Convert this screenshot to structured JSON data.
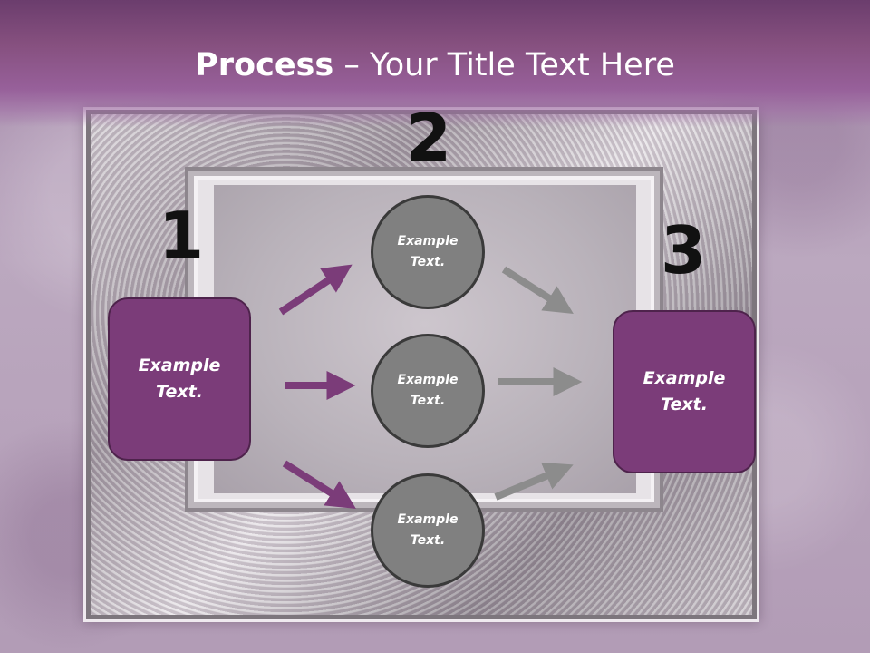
{
  "title": {
    "bold": "Process",
    "rest": " – Your Title Text Here"
  },
  "steps": {
    "one": "1",
    "two": "2",
    "three": "3"
  },
  "left_box": {
    "text": "Example Text."
  },
  "right_box": {
    "text": "Example Text."
  },
  "circles": [
    {
      "text": "Example Text."
    },
    {
      "text": "Example Text."
    },
    {
      "text": "Example Text."
    }
  ],
  "colors": {
    "accent_purple": "#7b3c79",
    "arrow_purple": "#7b3c79",
    "arrow_gray": "#8c8c8c",
    "circle_gray": "#808080"
  }
}
